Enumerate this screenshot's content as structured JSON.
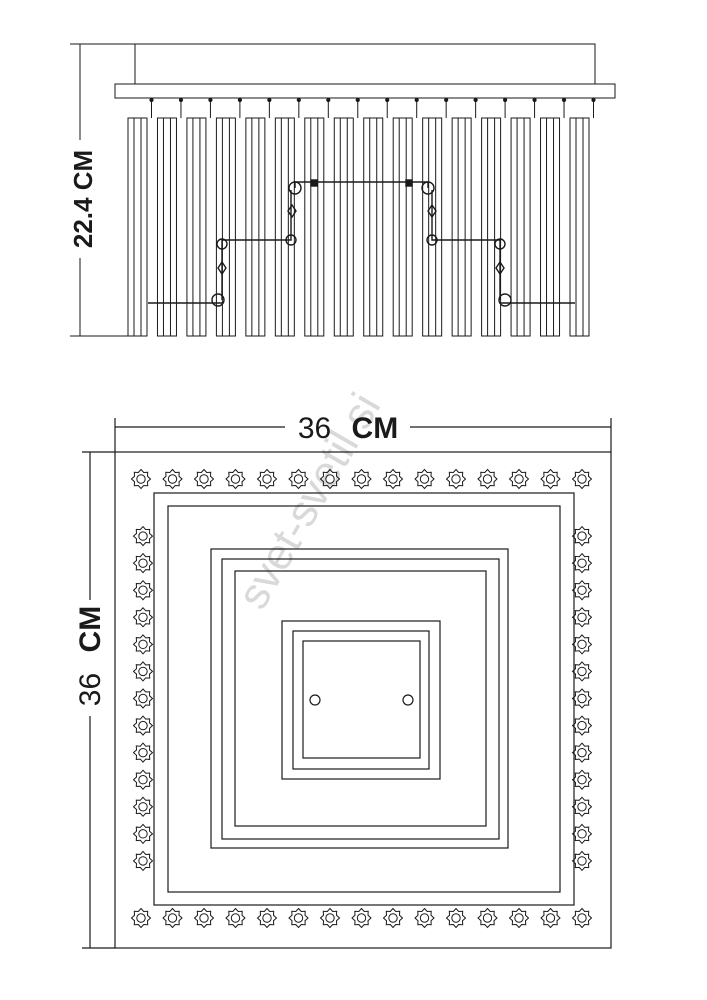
{
  "side_view": {
    "height_label": "22.4 CM",
    "rod_count": 16
  },
  "top_view": {
    "width_label_number": "36",
    "width_label_unit": "CM",
    "height_label_number": "36",
    "height_label_unit": "CM",
    "crystals_per_row": 15,
    "crystals_per_column": 15
  },
  "watermark": "svet-svetil.si",
  "colors": {
    "line": "#1a1a1a",
    "watermark": "#d9d9d9"
  }
}
